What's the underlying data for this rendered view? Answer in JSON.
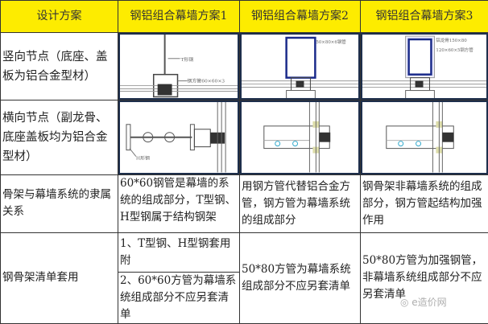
{
  "header": {
    "col0": "设计方案",
    "col1": "钢铝组合幕墙方案1",
    "col2": "钢铝组合幕墙方案2",
    "col3": "钢铝组合幕墙方案3"
  },
  "rows": [
    {
      "label": "竖向节点（底座、盖板为铝合金型材）",
      "drawings": [
        {
          "labels": [
            "T形钢",
            "钢方管60×60×3"
          ]
        },
        {
          "labels": [
            "50×80×6钢管"
          ]
        },
        {
          "labels": [
            "铝龙骨150×80",
            "120×60×5钢方管"
          ]
        }
      ]
    },
    {
      "label": "横向节点（副龙骨、底座盖板均为铝合金型材）",
      "drawings": [
        {
          "labels": [
            "H形钢"
          ]
        },
        {
          "labels": []
        },
        {
          "labels": []
        }
      ]
    },
    {
      "label": "骨架与幕墙系统的隶属关系",
      "cells": [
        "60*60钢管是幕墙的系统的组成部分，T型钢、H型钢属于结构钢架",
        "用钢方管代替铝合金方管，钢方管为幕墙系统的组成部分",
        "钢骨架非幕墙系统的组成部分，钢方管起结构加强作用"
      ]
    },
    {
      "label": "钢骨架清单套用",
      "cell1a": "1、T型钢、H型钢套用附",
      "cell1b": "2、60*60方管为幕墙系统组成部分不应另套清单",
      "cell2": "50*80方管为幕墙系统组成部分不应另套清单",
      "cell3": "50*80方管为加强钢管，非幕墙系统组成部分不应另套清单"
    }
  ],
  "watermark": "e造价网"
}
